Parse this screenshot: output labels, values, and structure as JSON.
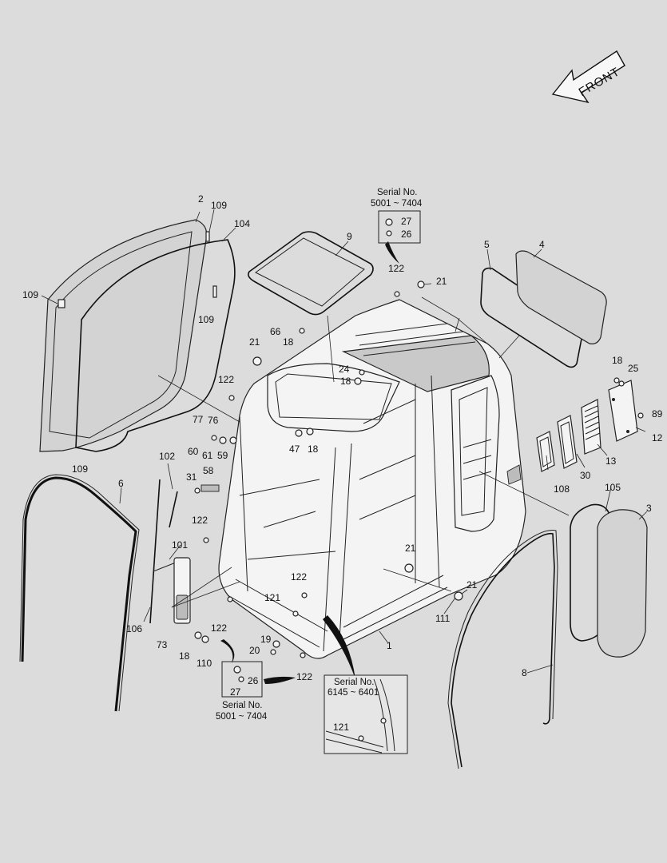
{
  "front_arrow": {
    "text": "FRONT"
  },
  "serial_boxes": {
    "top": {
      "title": "Serial No.",
      "range": "5001 ~ 7404",
      "parts": [
        "27",
        "26"
      ]
    },
    "bottom_left": {
      "title": "Serial No.",
      "range": "5001 ~ 7404",
      "parts": [
        "26",
        "27"
      ]
    },
    "bottom_right": {
      "title": "Serial No.",
      "range": "6145 ~ 6401",
      "parts": [
        "121"
      ]
    }
  },
  "callouts": {
    "c1": "1",
    "c2": "2",
    "c3": "3",
    "c4": "4",
    "c5": "5",
    "c6": "6",
    "c8": "8",
    "c9": "9",
    "c12": "12",
    "c13": "13",
    "c18a": "18",
    "c18b": "18",
    "c18c": "18",
    "c18d": "18",
    "c18e": "18",
    "c19": "19",
    "c20": "20",
    "c21a": "21",
    "c21b": "21",
    "c21c": "21",
    "c21d": "21",
    "c24": "24",
    "c25": "25",
    "c30": "30",
    "c31": "31",
    "c47": "47",
    "c58": "58",
    "c59": "59",
    "c60": "60",
    "c61": "61",
    "c66": "66",
    "c73": "73",
    "c76": "76",
    "c77": "77",
    "c89": "89",
    "c101": "101",
    "c102": "102",
    "c104": "104",
    "c105": "105",
    "c106": "106",
    "c108": "108",
    "c109a": "109",
    "c109b": "109",
    "c109c": "109",
    "c109d": "109",
    "c110": "110",
    "c111": "111",
    "c121": "121",
    "c122a": "122",
    "c122b": "122",
    "c122c": "122",
    "c122d": "122",
    "c122e": "122",
    "c122f": "122"
  }
}
